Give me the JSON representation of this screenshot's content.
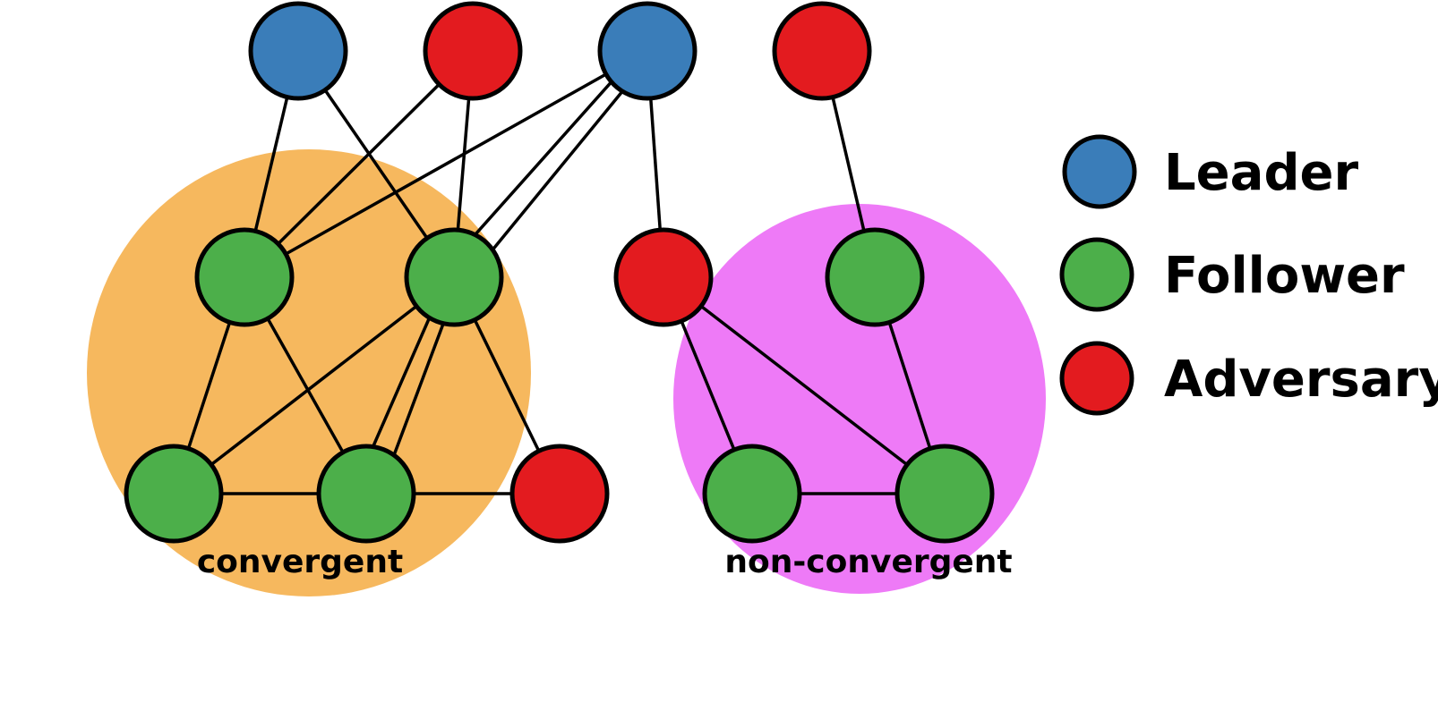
{
  "colors": {
    "leader": "#3a7db9",
    "follower": "#4caf4a",
    "adversary": "#e31b1f",
    "convergent_region": "#f6b85e",
    "nonconvergent_region": "#ee7af7"
  },
  "regions": {
    "convergent": {
      "label": "convergent"
    },
    "nonconvergent": {
      "label": "non-convergent"
    }
  },
  "legend": [
    {
      "role": "leader",
      "label": "Leader"
    },
    {
      "role": "follower",
      "label": "Follower"
    },
    {
      "role": "adversary",
      "label": "Adversary"
    }
  ],
  "graph": {
    "nodes": [
      {
        "id": "L1",
        "role": "leader"
      },
      {
        "id": "A1",
        "role": "adversary"
      },
      {
        "id": "L2",
        "role": "leader"
      },
      {
        "id": "A2",
        "role": "adversary"
      },
      {
        "id": "F1",
        "role": "follower"
      },
      {
        "id": "F2",
        "role": "follower"
      },
      {
        "id": "A3",
        "role": "adversary"
      },
      {
        "id": "F3",
        "role": "follower"
      },
      {
        "id": "F4",
        "role": "follower"
      },
      {
        "id": "F5",
        "role": "follower"
      },
      {
        "id": "A4",
        "role": "adversary"
      },
      {
        "id": "F6",
        "role": "follower"
      },
      {
        "id": "F7",
        "role": "follower"
      }
    ],
    "edges": [
      [
        "L1",
        "F1"
      ],
      [
        "L1",
        "F2"
      ],
      [
        "A1",
        "F1"
      ],
      [
        "A1",
        "F2"
      ],
      [
        "L2",
        "F1"
      ],
      [
        "L2",
        "F2"
      ],
      [
        "L2",
        "F2"
      ],
      [
        "L2",
        "A3"
      ],
      [
        "A2",
        "F3"
      ],
      [
        "F1",
        "F4"
      ],
      [
        "F1",
        "F5"
      ],
      [
        "F2",
        "F4"
      ],
      [
        "F2",
        "F5"
      ],
      [
        "F2",
        "F5"
      ],
      [
        "F2",
        "A4"
      ],
      [
        "F4",
        "F5"
      ],
      [
        "F5",
        "A4"
      ],
      [
        "A3",
        "F6"
      ],
      [
        "A3",
        "F7"
      ],
      [
        "F3",
        "F7"
      ],
      [
        "F6",
        "F7"
      ]
    ]
  }
}
